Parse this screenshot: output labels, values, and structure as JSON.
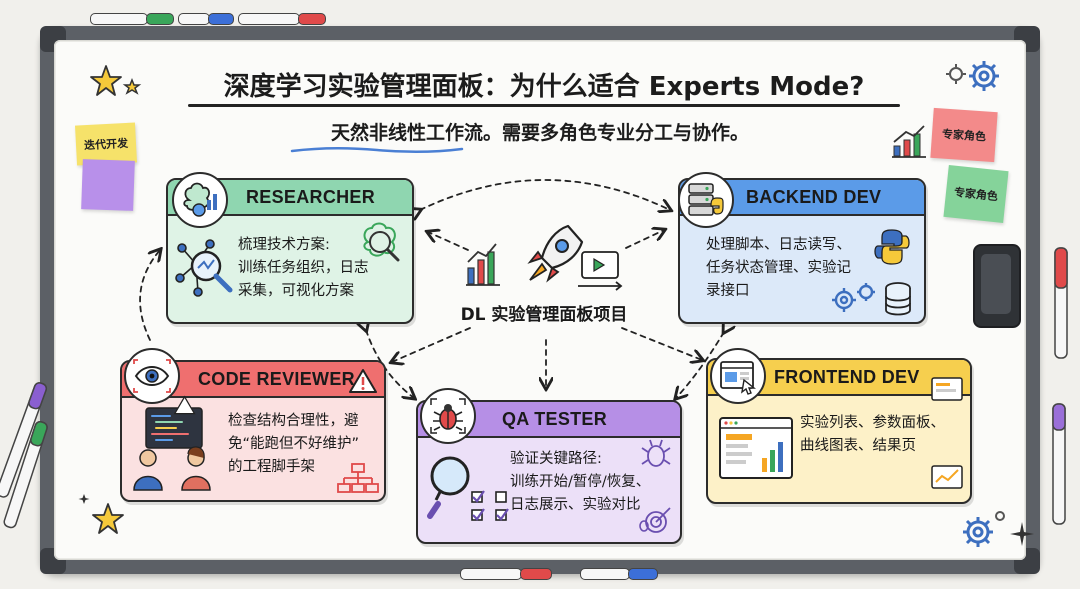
{
  "title": "深度学习实验管理面板：为什么适合 Experts Mode?",
  "subtitle": "天然非线性工作流。需要多角色专业分工与协作。",
  "center_label": "DL 实验管理面板项目",
  "sticky_notes": {
    "iterative": "迭代开发",
    "expert_1": "专家角色",
    "expert_2": "专家角色"
  },
  "cards": {
    "researcher": {
      "title": "RESEARCHER",
      "lines": [
        "梳理技术方案:",
        "训练任务组织，日志",
        "采集，可视化方案"
      ]
    },
    "backend": {
      "title": "BACKEND DEV",
      "lines": [
        "处理脚本、日志读写、",
        "任务状态管理、实验记",
        "录接口"
      ]
    },
    "reviewer": {
      "title": "CODE REVIEWER",
      "lines": [
        "检查结构合理性，避",
        "免“能跑但不好维护”",
        "的工程脚手架"
      ]
    },
    "qa": {
      "title": "QA TESTER",
      "lines": [
        "验证关键路径:",
        "训练开始/暂停/恢复、",
        "日志展示、实验对比"
      ]
    },
    "frontend": {
      "title": "FRONTEND DEV",
      "lines": [
        "实验列表、参数面板、",
        "曲线图表、结果页"
      ]
    }
  },
  "colors": {
    "researcher_header": "#8fd6b0",
    "researcher_body": "#dff3e6",
    "backend_header": "#5b9be8",
    "backend_body": "#dce9f9",
    "reviewer_header": "#ef6f6f",
    "reviewer_body": "#fbe1e1",
    "qa_header": "#b68fe6",
    "qa_body": "#ece0f8",
    "frontend_header": "#f6cf4e",
    "frontend_body": "#fdf1c8"
  }
}
